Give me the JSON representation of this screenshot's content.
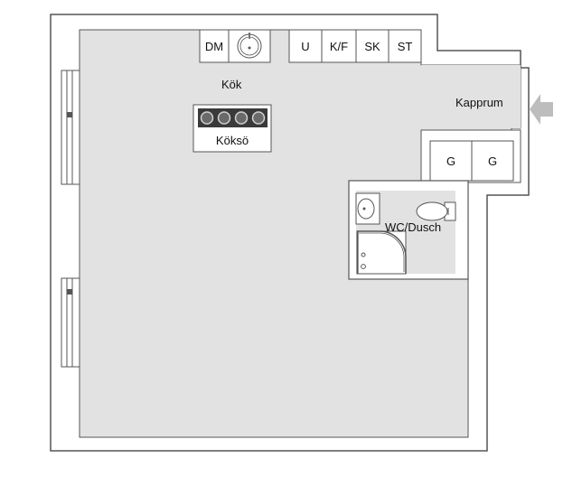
{
  "floorplan": {
    "rooms": {
      "kitchen": "Kök",
      "kitchen_island": "Köksö",
      "closet": "Kapprum",
      "bathroom": "WC/Dusch"
    },
    "appliances": {
      "dishwasher": "DM",
      "oven": "U",
      "fridge_freezer": "K/F",
      "cabinet": "SK",
      "stove": "ST",
      "wardrobe_1": "G",
      "wardrobe_2": "G"
    },
    "colors": {
      "floor": "#e2e2e2",
      "wall": "#ffffff",
      "wall_line": "#555555",
      "entrance_arrow": "#bdbdbd"
    },
    "icons": [
      "sink-icon",
      "stove-burners-icon",
      "toilet-icon",
      "washbasin-icon",
      "shower-icon",
      "entrance-arrow-icon",
      "window-icon"
    ]
  }
}
